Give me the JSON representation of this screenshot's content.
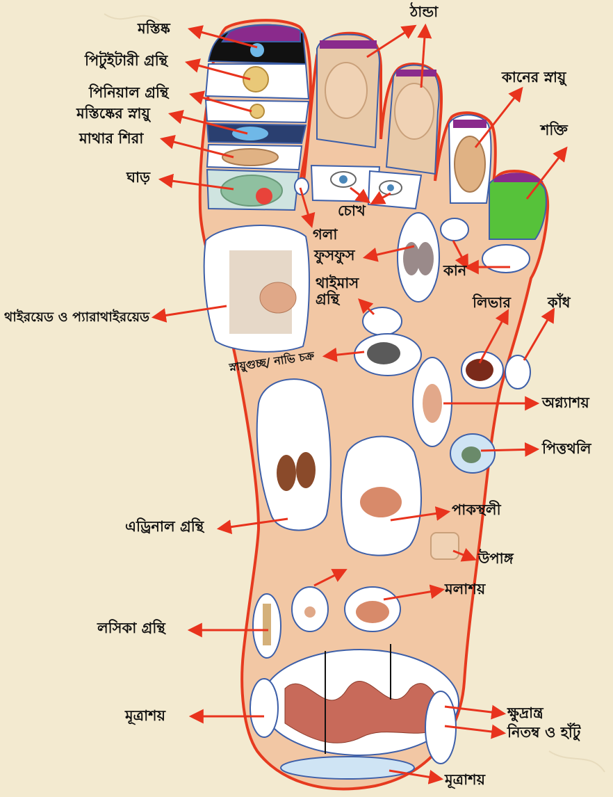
{
  "colors": {
    "page_background": "#f3ead0",
    "foot_fill": "#f2c7a4",
    "foot_outline": "#e63a1f",
    "arrow": "#e8331d",
    "zone_border": "#3d5fa8",
    "zone_fill": "#ffffff",
    "toe_cap": "#8a2a8c",
    "shoulder_zone": "#56c23a"
  },
  "labels": {
    "brain": "মস্তিষ্ক",
    "pituitary": "পিটুইটারী গ্রন্থি",
    "pineal": "পিনিয়াল গ্রন্থি",
    "brain_nerve": "মস্তিষ্কের স্নায়ু",
    "head_vein": "মাথার শিরা",
    "neck": "ঘাড়",
    "cold": "ঠান্ডা",
    "ear_nerve": "কানের স্নায়ু",
    "energy": "শক্তি",
    "eye": "চোখ",
    "throat": "গলা",
    "lungs": "ফুসফুস",
    "ear": "কান",
    "thymus": "থাইমাস\nগ্রন্থি",
    "thyroid": "থাইরয়েড ও প্যারাথাইরয়েড",
    "liver": "লিভার",
    "shoulder": "কাঁধ",
    "solar_plexus": "স্নায়ুগুচ্ছ/ নাভি চক্র",
    "pancreas": "অগ্ন্যাশয়",
    "gallbladder": "পিত্তথলি",
    "stomach": "পাকস্থলী",
    "adrenal": "এড্রিনাল গ্রন্থি",
    "appendix": "উপাঙ্গ",
    "rectum": "মলাশয়",
    "lymph": "লসিকা গ্রন্থি",
    "small_intestine": "ক্ষুদ্রান্ত্র",
    "bladder_left": "মূত্রাশয়",
    "hip_knee": "নিতম্ব ও হাঁটু",
    "bladder_bottom": "মূত্রাশয়"
  }
}
